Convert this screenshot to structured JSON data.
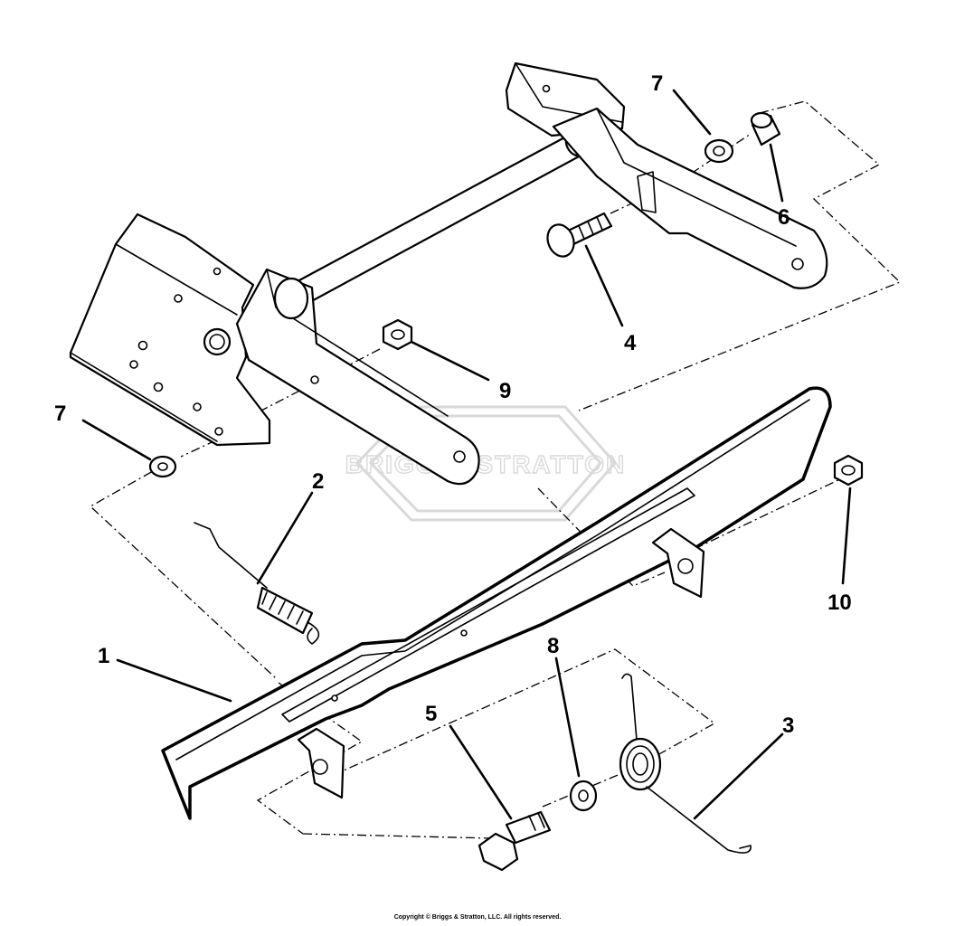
{
  "watermark": "BRIGGS&STRATTON",
  "copyright": "Copyright © Briggs & Stratton, LLC. All rights reserved.",
  "callouts": {
    "c1": "1",
    "c2": "2",
    "c3": "3",
    "c4": "4",
    "c5": "5",
    "c6": "6",
    "c7a": "7",
    "c7b": "7",
    "c8": "8",
    "c9": "9",
    "c10": "10"
  }
}
